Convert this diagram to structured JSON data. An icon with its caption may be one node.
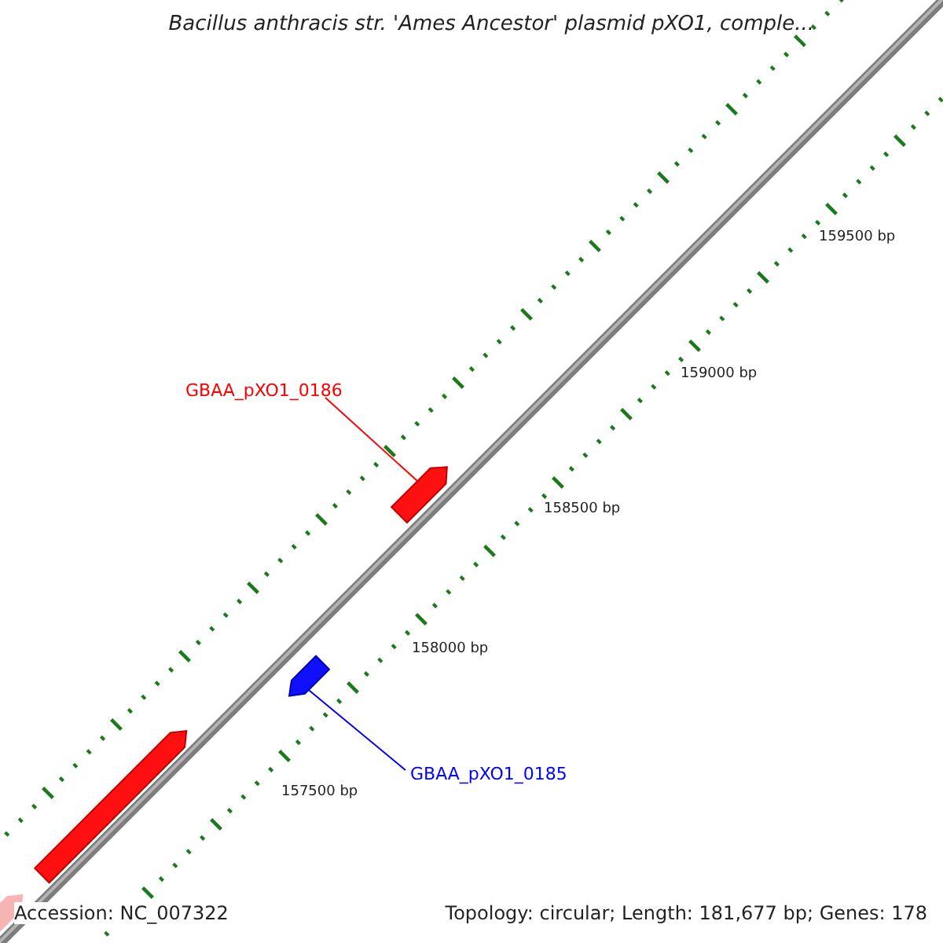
{
  "diagram": {
    "title": "Bacillus anthracis str. 'Ames Ancestor' plasmid pXO1, comple...",
    "nodes": [
      {
        "text": [
          "GBAA_pXO1_0186"
        ]
      },
      {
        "text": [],
        "shape": "arrow"
      },
      {
        "text": [],
        "shape": "arrow"
      },
      {
        "text": [
          "GBAA_pXO1_0185"
        ]
      },
      {
        "text": [],
        "shape": "arrow"
      }
    ],
    "edges": [
      {
        "from": 0,
        "to": 1,
        "arrow": "none",
        "color": "#ff0000"
      },
      {
        "from": 3,
        "to": 2,
        "arrow": "none",
        "color": "#0000ff"
      }
    ],
    "labels": [
      "159500 bp",
      "159000 bp",
      "158500 bp",
      "158000 bp",
      "157500 bp",
      "Accession: NC_007322",
      "Topology: circular; Length: 181,677 bp; Genes: 178"
    ]
  }
}
